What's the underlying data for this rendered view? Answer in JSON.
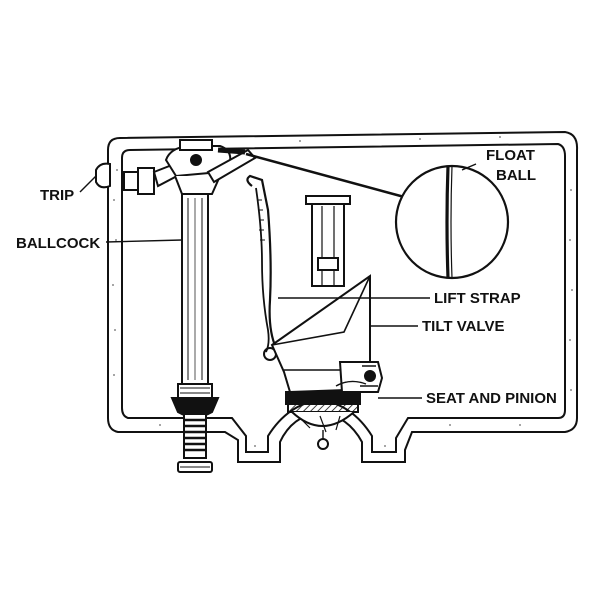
{
  "diagram": {
    "labels": {
      "trip": "TRIP",
      "ballcock": "BALLCOCK",
      "float_ball_line1": "FLOAT",
      "float_ball_line2": "BALL",
      "lift_strap": "LIFT STRAP",
      "tilt_valve": "TILT VALVE",
      "seat_and_pinion": "SEAT AND PINION"
    },
    "colors": {
      "ink": "#111111",
      "background": "#ffffff"
    }
  }
}
